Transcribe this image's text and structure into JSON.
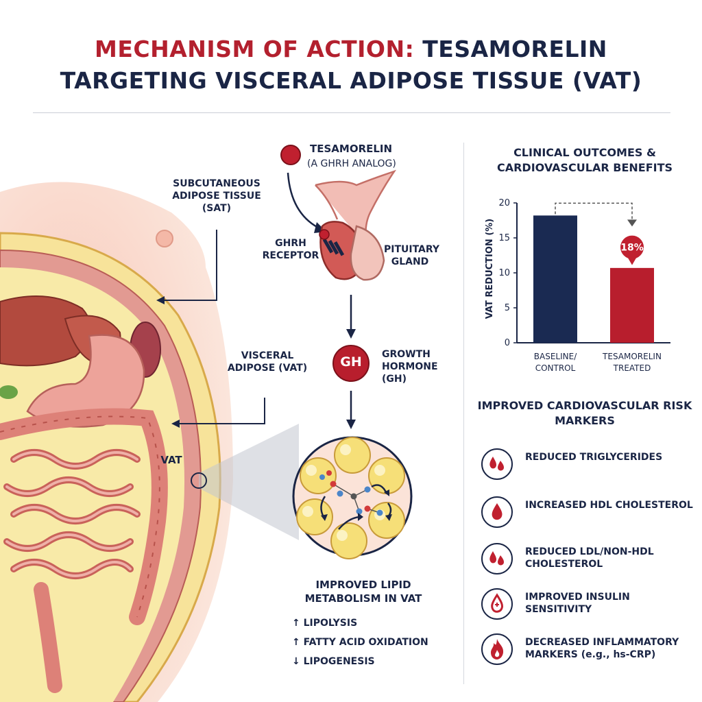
{
  "title": {
    "part1": "MECHANISM OF ACTION:",
    "part2": "TESAMORELIN",
    "line2": "TARGETING VISCERAL ADIPOSE TISSUE (VAT)"
  },
  "anatomy": {
    "sat_label": "SUBCUTANEOUS ADIPOSE TISSUE (SAT)",
    "vat_label": "VISCERAL ADIPOSE (VAT)",
    "vat_tag": "VAT"
  },
  "pathway": {
    "drug_name": "TESAMORELIN",
    "drug_sub": "(A GHRH ANALOG)",
    "receptor_label": "GHRH RECEPTOR",
    "gland_label": "PITUITARY GLAND",
    "gh_badge": "GH",
    "gh_label": "GROWTH HORMONE (GH)",
    "lipid_title": "IMPROVED LIPID METABOLISM IN VAT",
    "effects": [
      {
        "arrow": "up",
        "text": "LIPOLYSIS"
      },
      {
        "arrow": "up",
        "text": "FATTY ACID OXIDATION"
      },
      {
        "arrow": "down",
        "text": "LIPOGENESIS"
      }
    ]
  },
  "outcomes": {
    "title": "CLINICAL OUTCOMES & CARDIOVASCULAR BENEFITS",
    "markers_title": "IMPROVED CARDIOVASCULAR RISK MARKERS",
    "markers": [
      {
        "icon": "blood-drops-icon",
        "text": "REDUCED TRIGLYCERIDES"
      },
      {
        "icon": "blood-drop-icon",
        "text": "INCREASED HDL CHOLESTEROL"
      },
      {
        "icon": "blood-drops-icon",
        "text": "REDUCED LDL/NON-HDL CHOLESTEROL"
      },
      {
        "icon": "insulin-drop-icon",
        "text": "IMPROVED INSULIN SENSITIVITY"
      },
      {
        "icon": "flame-icon",
        "text": "DECREASED INFLAMMATORY MARKERS (e.g., hs-CRP)"
      }
    ]
  },
  "chart_data": {
    "type": "bar",
    "categories": [
      "BASELINE/ CONTROL",
      "TESAMORELIN TREATED"
    ],
    "values": [
      18.2,
      10.7
    ],
    "ylabel": "VAT REDUCTION (%)",
    "ylim": [
      0,
      20
    ],
    "yticks": [
      0,
      5,
      10,
      15,
      20
    ],
    "annotation": "18%",
    "colors": [
      "#1a2a52",
      "#b81e2d"
    ]
  },
  "colors": {
    "navy": "#1a2545",
    "red": "#b3202e",
    "fat_yellow": "#f7e7a6",
    "tissue_pink": "#e9a39d"
  }
}
